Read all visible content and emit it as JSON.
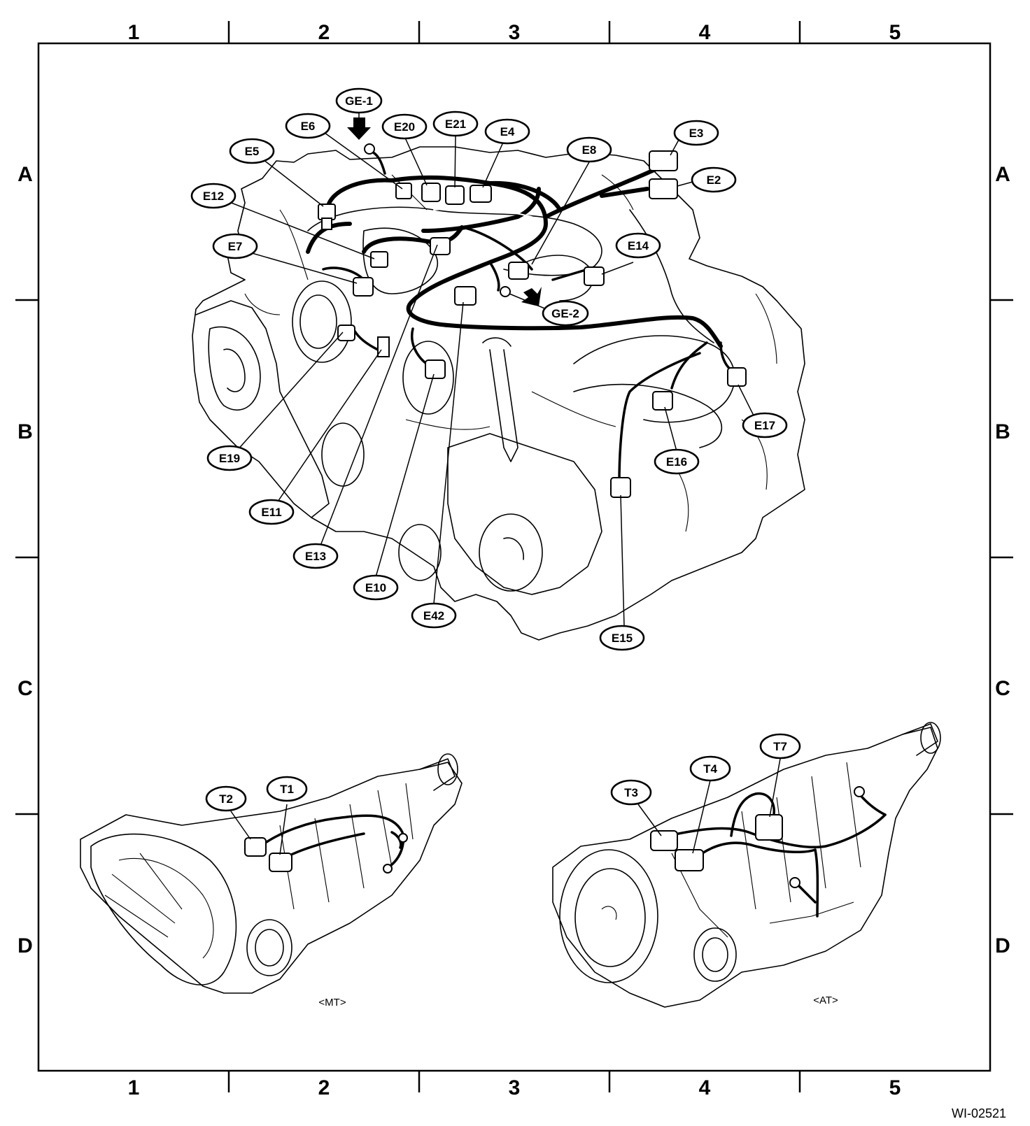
{
  "figure_id": "WI-02521",
  "grid": {
    "columns": [
      "1",
      "2",
      "3",
      "4",
      "5"
    ],
    "rows": [
      "A",
      "B",
      "C",
      "D"
    ]
  },
  "captions": {
    "mt": "<MT>",
    "at": "<AT>"
  },
  "engine_connectors": [
    "GE-1",
    "E6",
    "E20",
    "E21",
    "E4",
    "E8",
    "E3",
    "E2",
    "E5",
    "E12",
    "E7",
    "E14",
    "GE-2",
    "E19",
    "E11",
    "E13",
    "E10",
    "E42",
    "E15",
    "E16",
    "E17"
  ],
  "mt_connectors": [
    "T2",
    "T1"
  ],
  "at_connectors": [
    "T3",
    "T4",
    "T7"
  ]
}
